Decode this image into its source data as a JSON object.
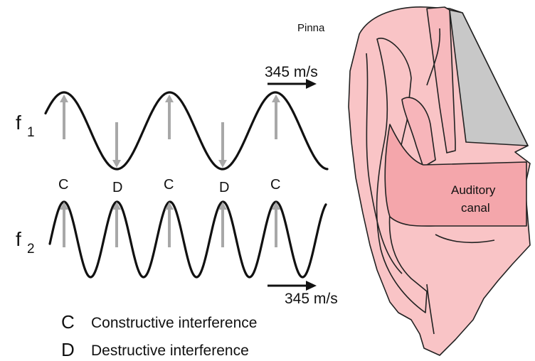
{
  "diagram": {
    "wave1": {
      "symbol": "f",
      "subscript": "1",
      "speed_label": "345 m/s"
    },
    "wave2": {
      "symbol": "f",
      "subscript": "2",
      "speed_label": "345 m/s"
    },
    "interference_markers": [
      "C",
      "D",
      "C",
      "D",
      "C"
    ],
    "legend": [
      {
        "symbol": "C",
        "text": "Constructive interference"
      },
      {
        "symbol": "D",
        "text": "Destructive interference"
      }
    ],
    "ear": {
      "pinna_label": "Pinna",
      "canal_label_line1": "Auditory",
      "canal_label_line2": "canal"
    },
    "colors": {
      "skin": "#f9c4c6",
      "skin_dark": "#f1a3a9",
      "canal": "#f4a6ab",
      "grey_wedge": "#c8c8c8",
      "arrow": "#a8a8a8",
      "wave": "#111111"
    }
  }
}
